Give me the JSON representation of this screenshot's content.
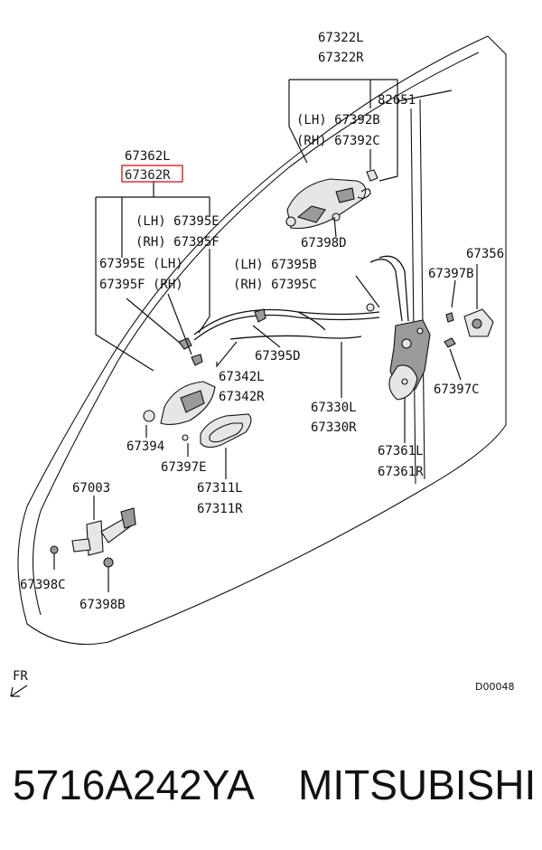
{
  "labels": {
    "p67322L": "67322L",
    "p67322R": "67322R",
    "p82651": "82651",
    "p67392B": "(LH) 67392B",
    "p67392C": "(RH) 67392C",
    "p67362L": "67362L",
    "p67362R": "67362R",
    "p67395E_lh": "(LH) 67395E",
    "p67395F_rh": "(RH) 67395F",
    "p67395E_L": "67395E (LH)",
    "p67395F_R": "67395F (RH)",
    "p67398D": "67398D",
    "p67395B": "(LH) 67395B",
    "p67395C": "(RH) 67395C",
    "p67356": "67356",
    "p67397B": "67397B",
    "p67397C": "67397C",
    "p67395D": "67395D",
    "p67342L": "67342L",
    "p67342R": "67342R",
    "p67330L": "67330L",
    "p67330R": "67330R",
    "p67394": "67394",
    "p67397E": "67397E",
    "p67311L": "67311L",
    "p67311R": "67311R",
    "p67361L": "67361L",
    "p67361R": "67361R",
    "p67003": "67003",
    "p67398C": "67398C",
    "p67398B": "67398B",
    "fr": "FR",
    "diagram_code": "D00048"
  },
  "caption": {
    "part_number": "5716A242YA",
    "brand": "MITSUBISHI"
  },
  "highlight": {
    "part": "67362R",
    "color": "#e02020"
  }
}
